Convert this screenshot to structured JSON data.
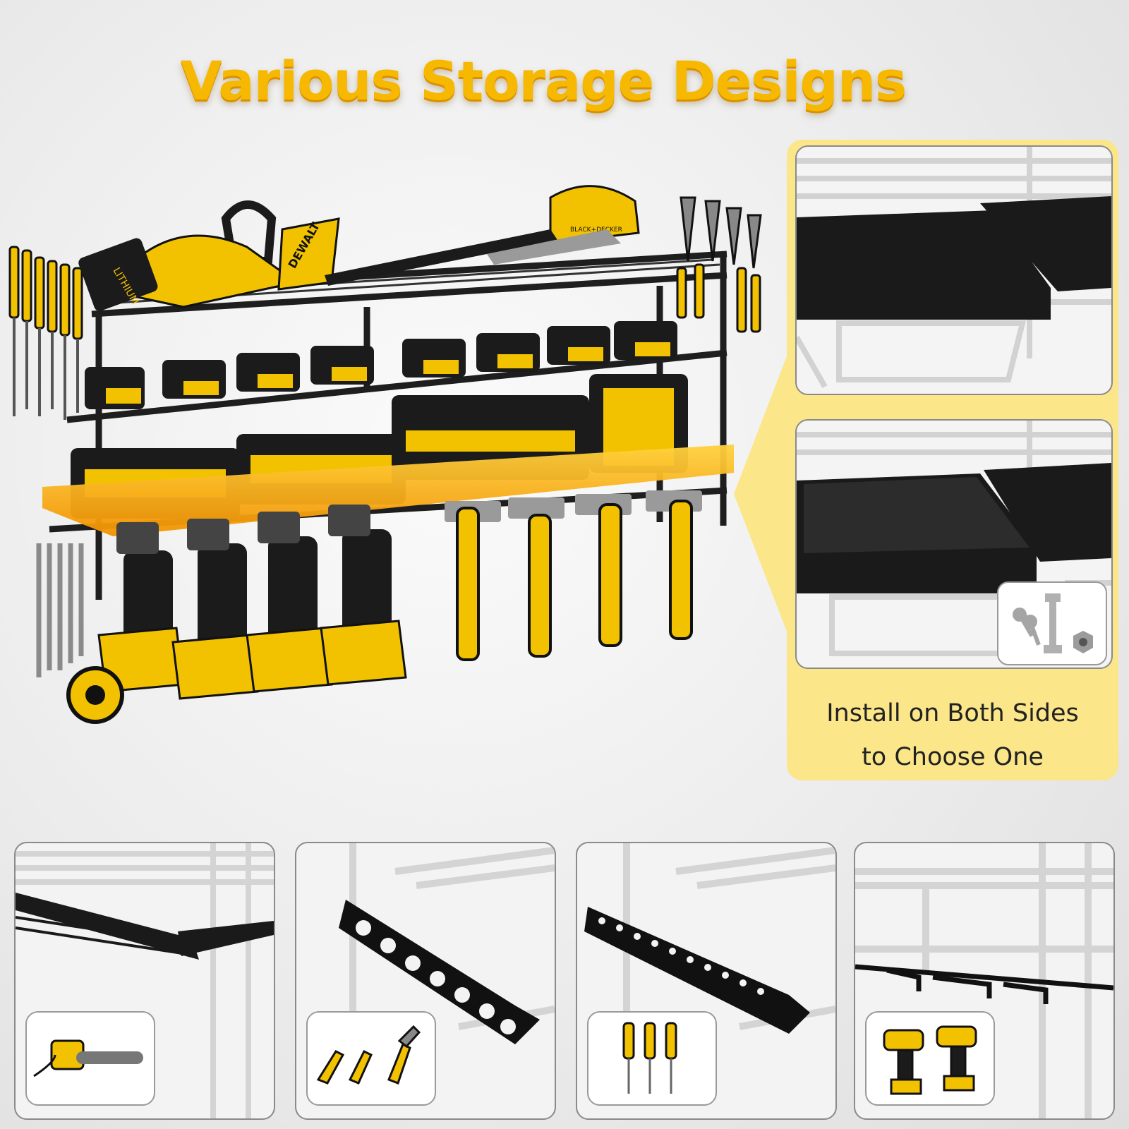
{
  "header": {
    "title": "Various Storage Designs"
  },
  "side_panel": {
    "caption_line1": "Install on Both Sides",
    "caption_line2": "to Choose One"
  },
  "hero_labels": {
    "battery_brand": "LITHIUM",
    "trimmer_brand": "BLACK+DECKER",
    "guard_brand": "DEWALT"
  },
  "colors": {
    "accent": "#f6b800",
    "panel": "#fbe68a",
    "rack": "#1e1e1e",
    "tool_yellow": "#f2c200"
  },
  "tiles": [
    {
      "feature": "slotted-shelf",
      "icon": "chainsaw-icon"
    },
    {
      "feature": "plier-hole-rail",
      "icon": "pliers-icon"
    },
    {
      "feature": "screwdriver-hole-rail",
      "icon": "screwdriver-icon"
    },
    {
      "feature": "drill-hanger-rail",
      "icon": "drill-icon"
    }
  ]
}
